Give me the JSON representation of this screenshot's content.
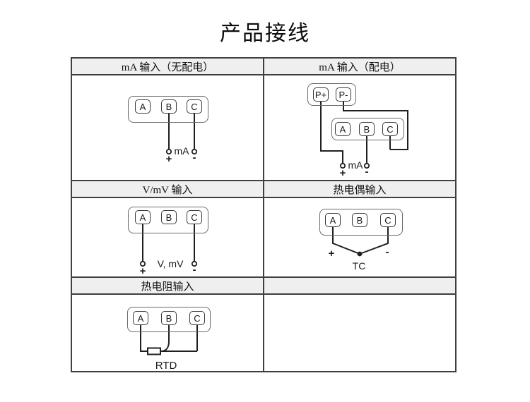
{
  "page": {
    "title": "产品接线"
  },
  "colors": {
    "wire": "#1f1f1f",
    "table_border": "#3f3f3f",
    "header_bg": "#efefef",
    "strip_border": "#6a6a6a"
  },
  "wiring": {
    "cells": [
      {
        "header": "mA 输入（无配电）",
        "terminals": [
          "A",
          "B",
          "C"
        ],
        "labels": {
          "plus": "+",
          "minus": "-",
          "signal": "mA"
        }
      },
      {
        "header": "mA 输入（配电）",
        "power_terminals": [
          "P+",
          "P-"
        ],
        "terminals": [
          "A",
          "B",
          "C"
        ],
        "labels": {
          "plus": "+",
          "minus": "-",
          "signal": "mA"
        }
      },
      {
        "header": "V/mV 输入",
        "terminals": [
          "A",
          "B",
          "C"
        ],
        "labels": {
          "plus": "+",
          "minus": "-",
          "signal": "V, mV"
        }
      },
      {
        "header": "热电偶输入",
        "terminals": [
          "A",
          "B",
          "C"
        ],
        "labels": {
          "plus": "+",
          "minus": "-",
          "signal": "TC"
        }
      },
      {
        "header": "热电阻输入",
        "terminals": [
          "A",
          "B",
          "C"
        ],
        "labels": {
          "signal": "RTD"
        }
      },
      {
        "header": ""
      }
    ]
  }
}
